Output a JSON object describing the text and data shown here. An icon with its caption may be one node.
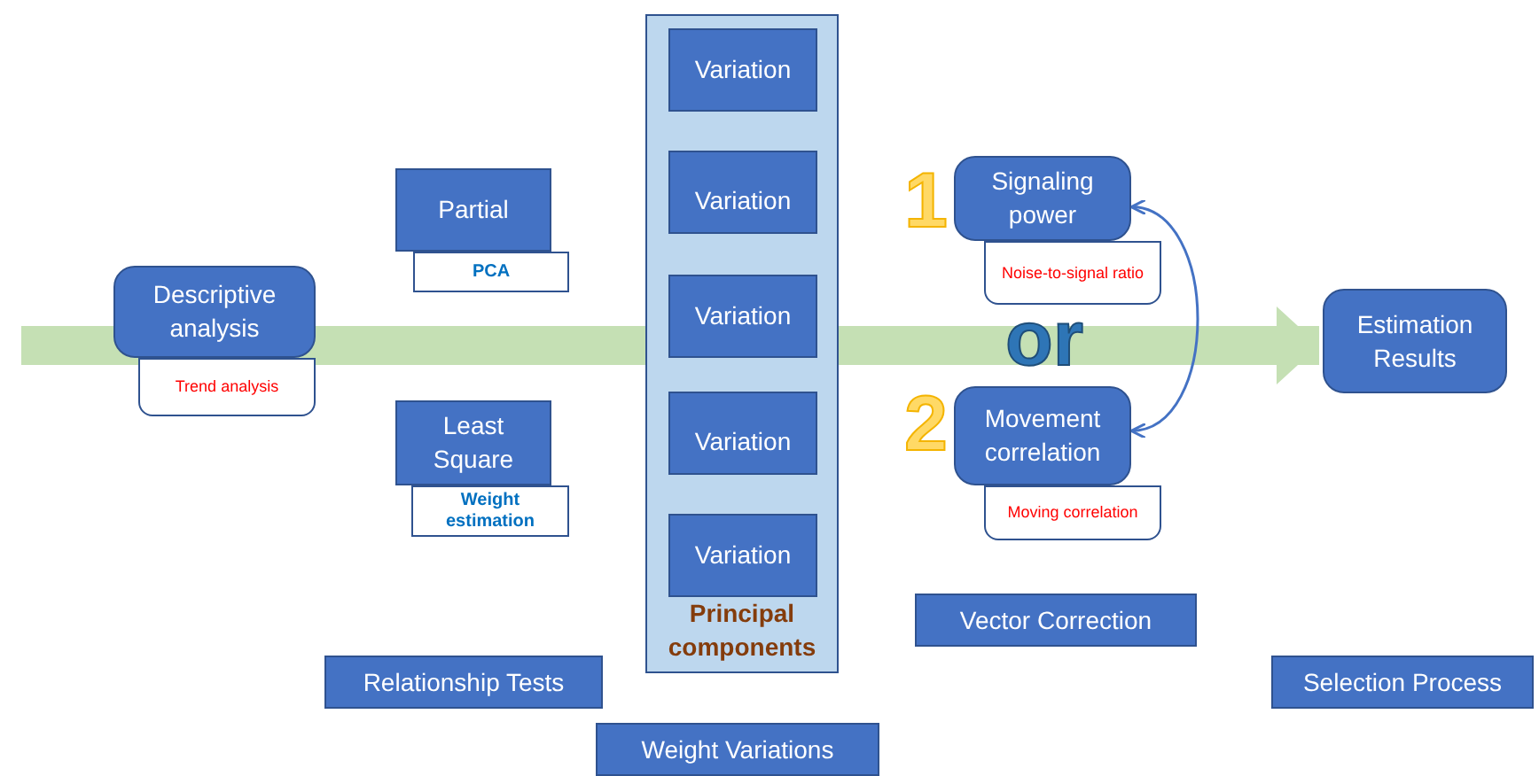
{
  "diagram": {
    "nodes": [
      {
        "text": [
          "Descriptive analysis"
        ]
      },
      {
        "text": [
          "Trend analysis"
        ]
      },
      {
        "text": [
          "Partial"
        ]
      },
      {
        "text": [
          "PCA"
        ]
      },
      {
        "text": [
          "Least Square"
        ]
      },
      {
        "text": [
          "Weight estimation"
        ]
      },
      {
        "text": [
          "Principal components"
        ]
      },
      {
        "text": [
          "Variation"
        ],
        "in": 6
      },
      {
        "text": [
          "Variation"
        ],
        "in": 6
      },
      {
        "text": [
          "Variation"
        ],
        "in": 6
      },
      {
        "text": [
          "Variation"
        ],
        "in": 6
      },
      {
        "text": [
          "Variation"
        ],
        "in": 6
      },
      {
        "text": [
          "Signaling power"
        ]
      },
      {
        "text": [
          "Noise-to-signal ratio"
        ]
      },
      {
        "text": [
          "Movement correlation"
        ]
      },
      {
        "text": [
          "Moving correlation"
        ]
      },
      {
        "text": [
          "Estimation Results"
        ]
      },
      {
        "text": [
          "Relationship Tests"
        ]
      },
      {
        "text": [
          "Weight Variations"
        ]
      },
      {
        "text": [
          "Vector Correction"
        ]
      },
      {
        "text": [
          "Selection Process"
        ]
      }
    ],
    "edges": [
      {
        "from": null,
        "to": 16,
        "arrow": "to",
        "style": "thick",
        "color": "#c5e0b4"
      },
      {
        "from": 12,
        "to": 14,
        "arrow": "both",
        "color": "#4472c4"
      }
    ],
    "labels": [
      "1",
      "or",
      "2"
    ]
  }
}
